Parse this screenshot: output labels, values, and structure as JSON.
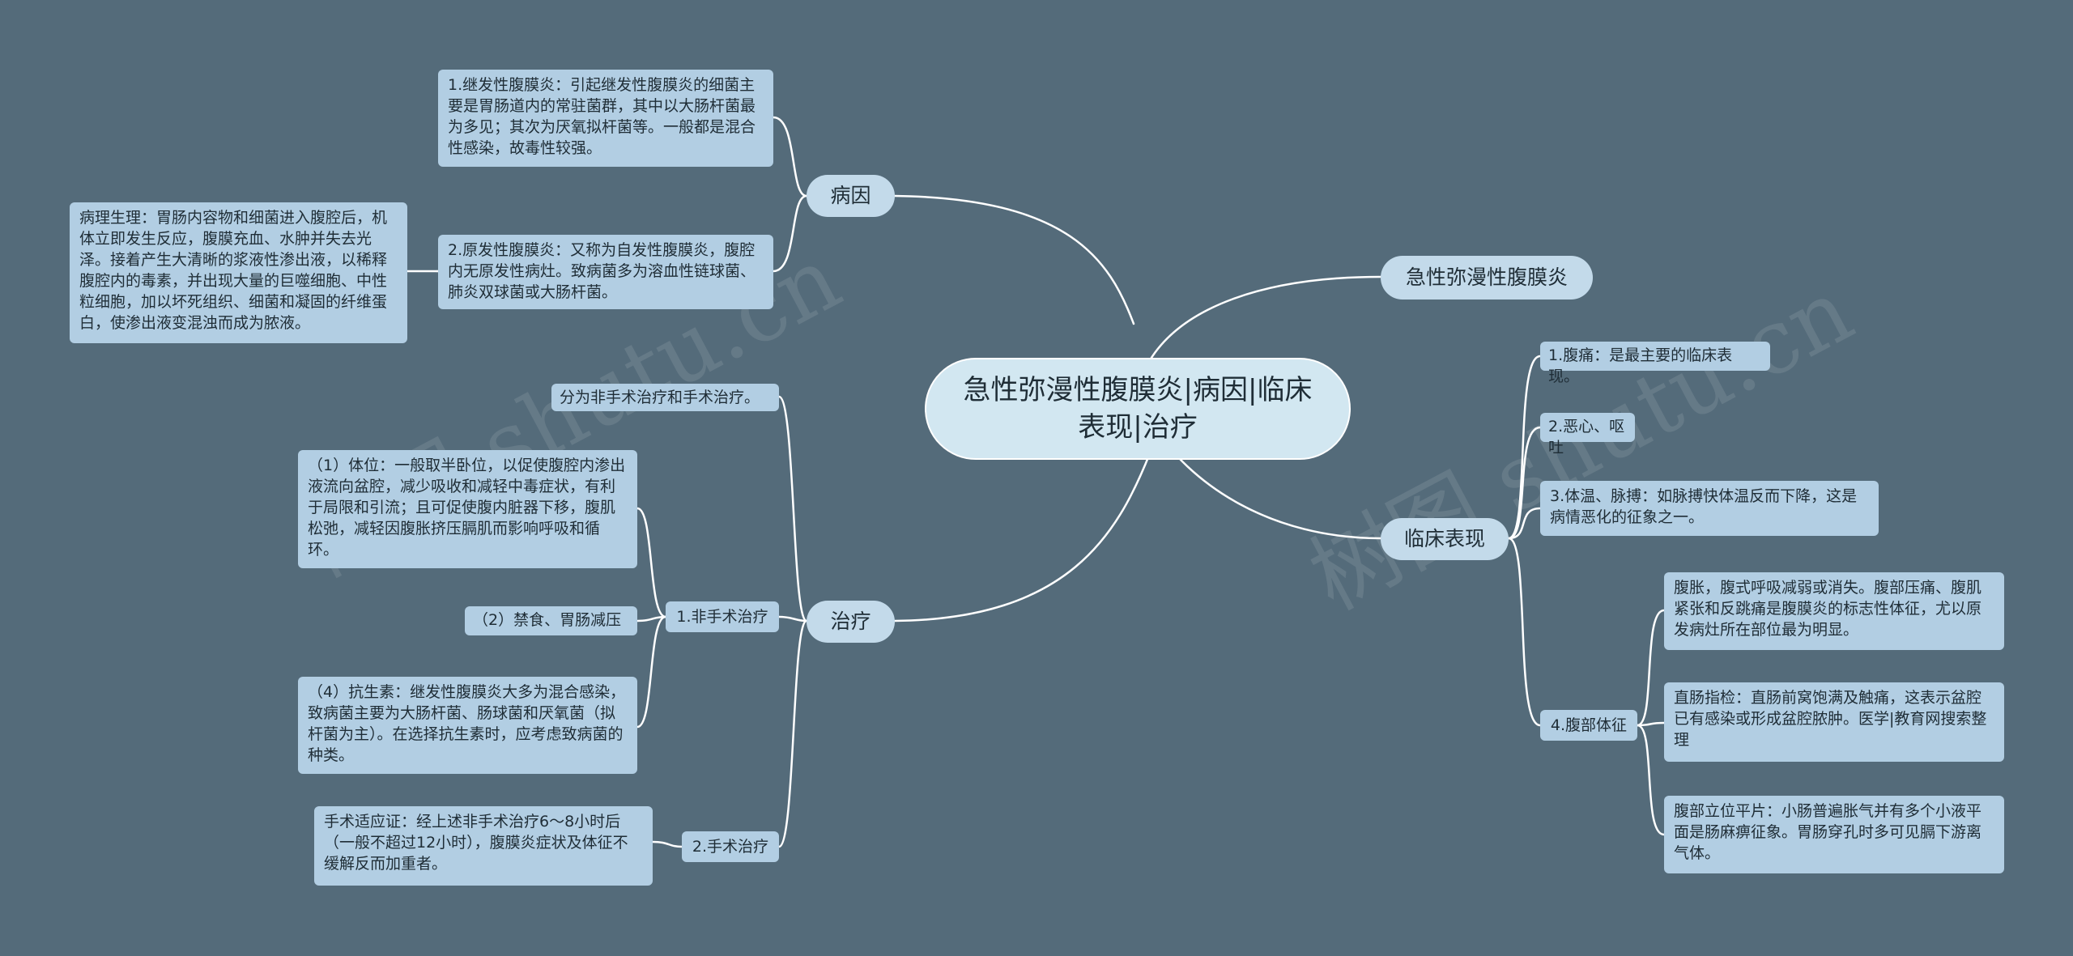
{
  "root": "急性弥漫性腹膜炎|病因|临床表现|治疗",
  "watermark": "树图 shutu.cn",
  "nodes": {
    "disease": "急性弥漫性腹膜炎",
    "cause": {
      "label": "病因",
      "secondary": "1.继发性腹膜炎：引起继发性腹膜炎的细菌主要是胃肠道内的常驻菌群，其中以大肠杆菌最为多见；其次为厌氧拟杆菌等。一般都是混合性感染，故毒性较强。",
      "primary": "2.原发性腹膜炎：又称为自发性腹膜炎，腹腔内无原发性病灶。致病菌多为溶血性链球菌、肺炎双球菌或大肠杆菌。",
      "pathophys": "病理生理：胃肠内容物和细菌进入腹腔后，机体立即发生反应，腹膜充血、水肿并失去光泽。接着产生大清晰的浆液性渗出液，以稀释腹腔内的毒素，并出现大量的巨噬细胞、中性粒细胞，加以坏死组织、细菌和凝固的纤维蛋白，使渗出液变混浊而成为脓液。"
    },
    "treatment": {
      "label": "治疗",
      "summary": "分为非手术治疗和手术治疗。",
      "nonsurgical": {
        "label": "1.非手术治疗",
        "position": "（1）体位：一般取半卧位，以促使腹腔内渗出液流向盆腔，减少吸收和减轻中毒症状，有利于局限和引流；且可促使腹内脏器下移，腹肌松弛，减轻因腹胀挤压膈肌而影响呼吸和循环。",
        "fasting": "（2）禁食、胃肠减压",
        "antibiotics": "（4）抗生素：继发性腹膜炎大多为混合感染，致病菌主要为大肠杆菌、肠球菌和厌氧菌（拟杆菌为主）。在选择抗生素时，应考虑致病菌的种类。"
      },
      "surgical": {
        "label": "2.手术治疗",
        "indication": "手术适应证：经上述非手术治疗6～8小时后（一般不超过12小时），腹膜炎症状及体征不缓解反而加重者。"
      }
    },
    "clinical": {
      "label": "临床表现",
      "pain": "1.腹痛：是最主要的临床表现。",
      "nausea": "2.恶心、呕吐",
      "temp": "3.体温、脉搏：如脉搏快体温反而下降，这是病情恶化的征象之一。",
      "signs": {
        "label": "4.腹部体征",
        "abdomen": "腹胀，腹式呼吸减弱或消失。腹部压痛、腹肌紧张和反跳痛是腹膜炎的标志性体征，尤以原发病灶所在部位最为明显。",
        "rectal": "直肠指检：直肠前窝饱满及触痛，这表示盆腔已有感染或形成盆腔脓肿。医学|教育网搜索整理",
        "xray": "腹部立位平片：小肠普遍胀气并有多个小液平面是肠麻痹征象。胃肠穿孔时多可见膈下游离气体。"
      }
    }
  }
}
